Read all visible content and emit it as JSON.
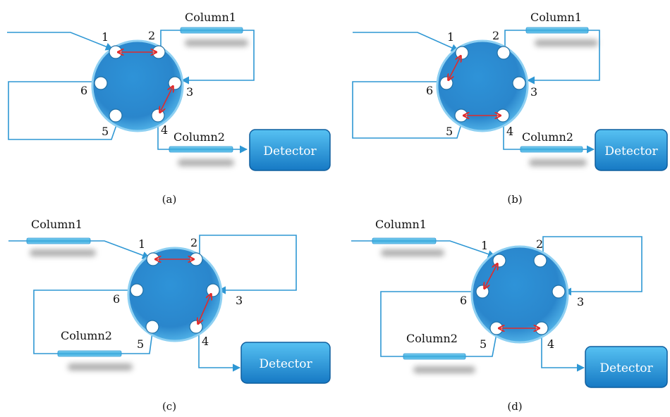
{
  "colors": {
    "valve": "#2a8fd6",
    "valve_edge": "#7fc8f0",
    "pipe": "#2e97d4",
    "connector": "#e02b2b",
    "column": "#4cb6e3",
    "detector": "#1e95dd"
  },
  "panels": [
    {
      "caption": "(a)",
      "ports": [
        "1",
        "2",
        "3",
        "4",
        "5",
        "6"
      ],
      "column1_label": "Column1",
      "column2_label": "Column2",
      "detector_label": "Detector"
    },
    {
      "caption": "(b)",
      "ports": [
        "1",
        "2",
        "3",
        "4",
        "5",
        "6"
      ],
      "column1_label": "Column1",
      "column2_label": "Column2",
      "detector_label": "Detector"
    },
    {
      "caption": "(c)",
      "ports": [
        "1",
        "2",
        "3",
        "4",
        "5",
        "6"
      ],
      "column1_label": "Column1",
      "column2_label": "Column2",
      "detector_label": "Detector"
    },
    {
      "caption": "(d)",
      "ports": [
        "1",
        "2",
        "3",
        "4",
        "5",
        "6"
      ],
      "column1_label": "Column1",
      "column2_label": "Column2",
      "detector_label": "Detector"
    }
  ]
}
